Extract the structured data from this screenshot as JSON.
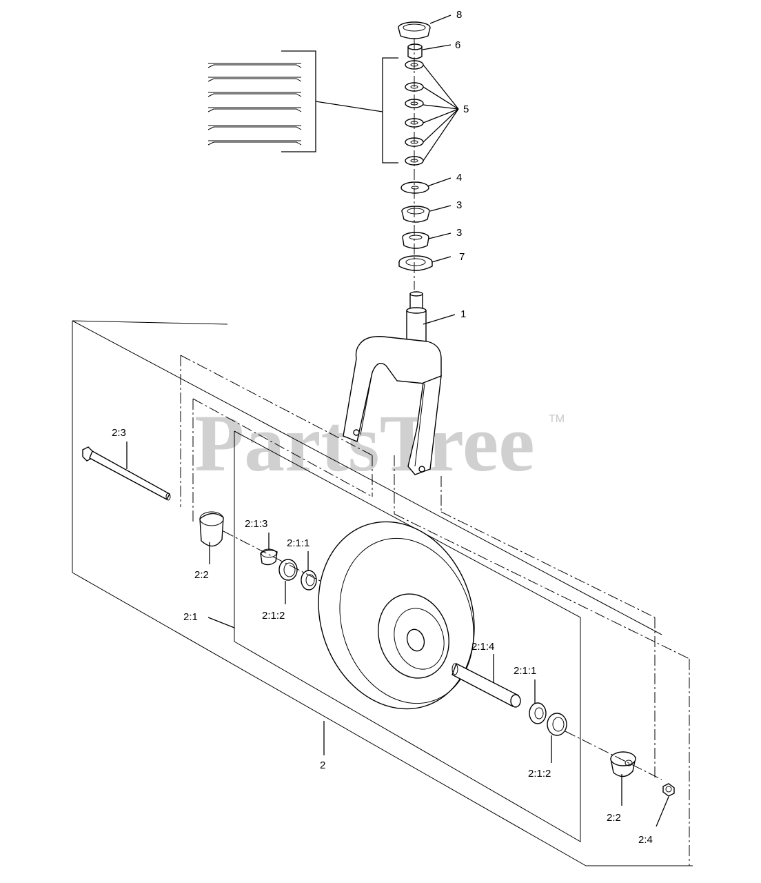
{
  "watermark": {
    "text": "PartsTree",
    "mark": "TM"
  },
  "callouts": {
    "c1": "1",
    "c2": "2",
    "c3a": "3",
    "c3b": "3",
    "c4": "4",
    "c5": "5",
    "c6": "6",
    "c7": "7",
    "c8": "8",
    "c2_1": "2:1",
    "c2_1_1a": "2:1:1",
    "c2_1_1b": "2:1:1",
    "c2_1_2a": "2:1:2",
    "c2_1_2b": "2:1:2",
    "c2_1_3": "2:1:3",
    "c2_1_4": "2:1:4",
    "c2_2a": "2:2",
    "c2_2b": "2:2",
    "c2_3": "2:3",
    "c2_4": "2:4"
  }
}
